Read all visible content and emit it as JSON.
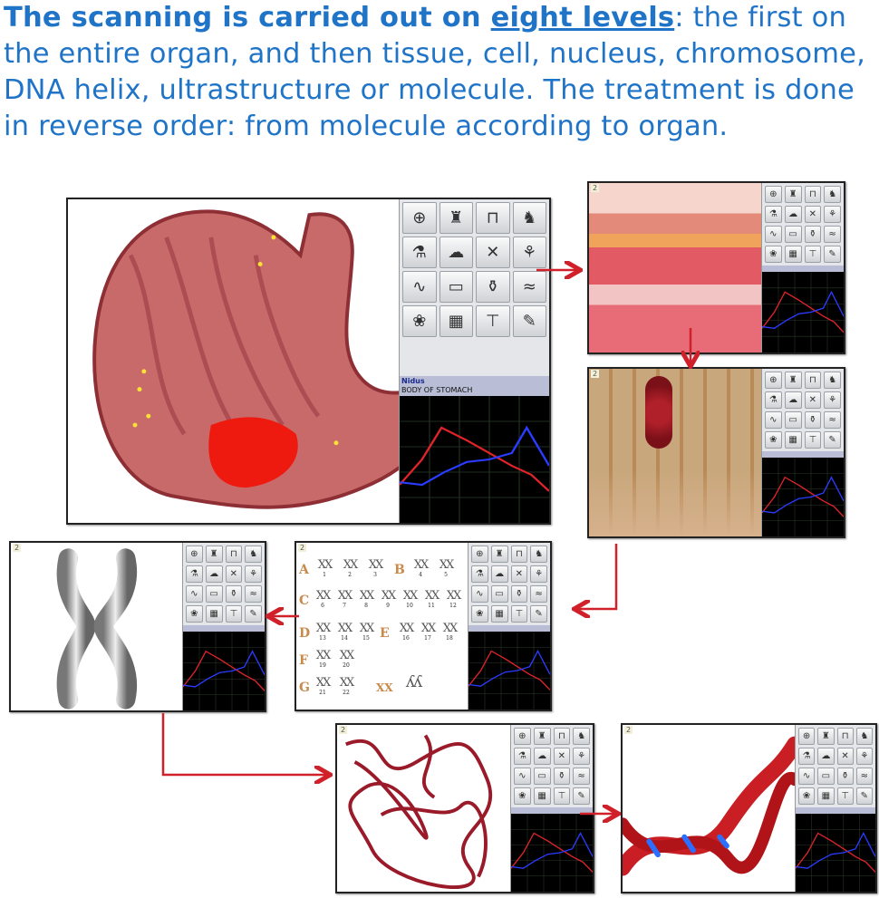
{
  "headline": {
    "part1": "The scanning is carried out on ",
    "emphasis": "eight levels",
    "part2": ": the first on the entire organ, and then tissue, cell, nucleus, chromosome, DNA helix, ultrastructure or molecule. The treatment is done in reverse order: from molecule according to organ."
  },
  "colors": {
    "headline": "#1f74c8",
    "arrow": "#d0202a",
    "graph_red": "#e0242a",
    "graph_blue": "#2a3cff"
  },
  "main_panel": {
    "nidus_label": "Nidus",
    "nidus_value": "BODY OF STOMACH"
  },
  "panel_corner_label": "2",
  "panels": [
    {
      "level": "organ",
      "image": "stomach"
    },
    {
      "level": "tissue",
      "image": "tissue-layers"
    },
    {
      "level": "cell",
      "image": "epithelial-cells"
    },
    {
      "level": "nucleus",
      "image": "karyotype"
    },
    {
      "level": "chromosome",
      "image": "chromosome"
    },
    {
      "level": "molecule",
      "image": "protein-ribbon"
    },
    {
      "level": "dna-helix",
      "image": "dna-helix"
    }
  ],
  "karyotype": {
    "groups": [
      "A",
      "B",
      "C",
      "D",
      "E",
      "F",
      "G"
    ],
    "sex_label": "XX",
    "numbers": [
      "1",
      "2",
      "3",
      "4",
      "5",
      "6",
      "7",
      "8",
      "9",
      "10",
      "11",
      "12",
      "13",
      "14",
      "15",
      "16",
      "17",
      "18",
      "19",
      "20",
      "21",
      "22"
    ]
  },
  "sidebar_icons": [
    "crosshair-icon",
    "shirt-icon",
    "magnet-icon",
    "device-icon",
    "microscope-icon",
    "scan-icon",
    "close-icon",
    "cells-icon",
    "dna-icon",
    "tray-icon",
    "bottle-icon",
    "wave-icon",
    "organ-icon",
    "chart-icon",
    "tools-icon",
    "pen-icon"
  ]
}
